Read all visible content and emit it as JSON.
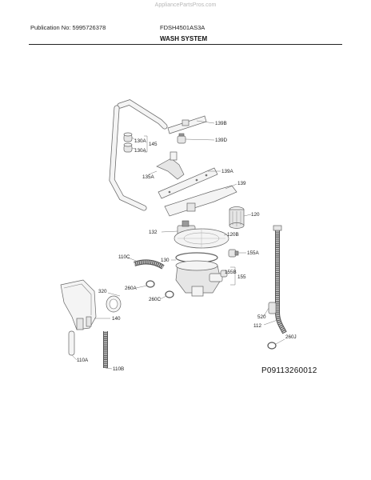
{
  "watermark": "AppliancePartsPros.com",
  "header": {
    "publication": "Publication No: 5995726378",
    "model": "FDSH4501AS3A",
    "section": "WASH SYSTEM"
  },
  "diagram_ref": "P09113260012",
  "parts": [
    {
      "id": "139B",
      "label": "139B"
    },
    {
      "id": "139D",
      "label": "139D"
    },
    {
      "id": "130A-1",
      "label": "130A"
    },
    {
      "id": "145",
      "label": "145"
    },
    {
      "id": "130A-2",
      "label": "130A"
    },
    {
      "id": "135A",
      "label": "135A"
    },
    {
      "id": "139A",
      "label": "139A"
    },
    {
      "id": "139",
      "label": "139"
    },
    {
      "id": "120",
      "label": "120"
    },
    {
      "id": "132",
      "label": "132"
    },
    {
      "id": "120B",
      "label": "120B"
    },
    {
      "id": "155A",
      "label": "155A"
    },
    {
      "id": "110C",
      "label": "110C"
    },
    {
      "id": "130",
      "label": "130"
    },
    {
      "id": "155B",
      "label": "155B"
    },
    {
      "id": "155",
      "label": "155"
    },
    {
      "id": "320",
      "label": "320"
    },
    {
      "id": "260A",
      "label": "260A"
    },
    {
      "id": "260C",
      "label": "260C"
    },
    {
      "id": "140",
      "label": "140"
    },
    {
      "id": "520",
      "label": "520"
    },
    {
      "id": "112",
      "label": "112"
    },
    {
      "id": "260J",
      "label": "260J"
    },
    {
      "id": "110A",
      "label": "110A"
    },
    {
      "id": "110B",
      "label": "110B"
    }
  ]
}
